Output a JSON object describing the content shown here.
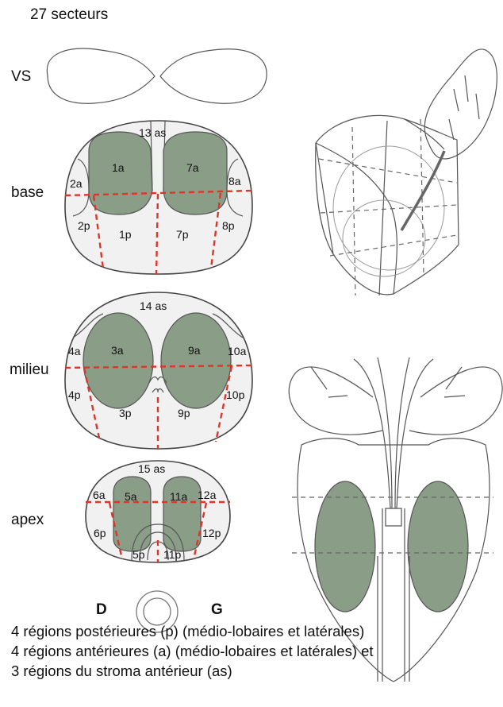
{
  "title": "27 secteurs",
  "levels": {
    "vs": "VS",
    "base": "base",
    "milieu": "milieu",
    "apex": "apex"
  },
  "orientation": {
    "right": "D",
    "left": "G"
  },
  "sectors": {
    "base": {
      "s1a": "1a",
      "s7a": "7a",
      "s13as": "13 as",
      "s2a": "2a",
      "s8a": "8a",
      "s2p": "2p",
      "s1p": "1p",
      "s7p": "7p",
      "s8p": "8p"
    },
    "milieu": {
      "s14as": "14 as",
      "s3a": "3a",
      "s9a": "9a",
      "s4a": "4a",
      "s10a": "10a",
      "s4p": "4p",
      "s3p": "3p",
      "s9p": "9p",
      "s10p": "10p"
    },
    "apex": {
      "s15as": "15 as",
      "s5a": "5a",
      "s11a": "11a",
      "s6a": "6a",
      "s12a": "12a",
      "s6p": "6p",
      "s5p": "5p",
      "s11p": "11p",
      "s12p": "12p"
    }
  },
  "caption": [
    "4 régions postérieures (p) (médio-lobaires et latérales)",
    "4 régions antérieures (a) (médio-lobaires et latérales) et",
    "3 régions du stroma antérieur (as)"
  ],
  "colors": {
    "zone_fill": "#8a9e87",
    "division_lines": "#d9372b",
    "outline_fill": "#f1f1f2"
  }
}
